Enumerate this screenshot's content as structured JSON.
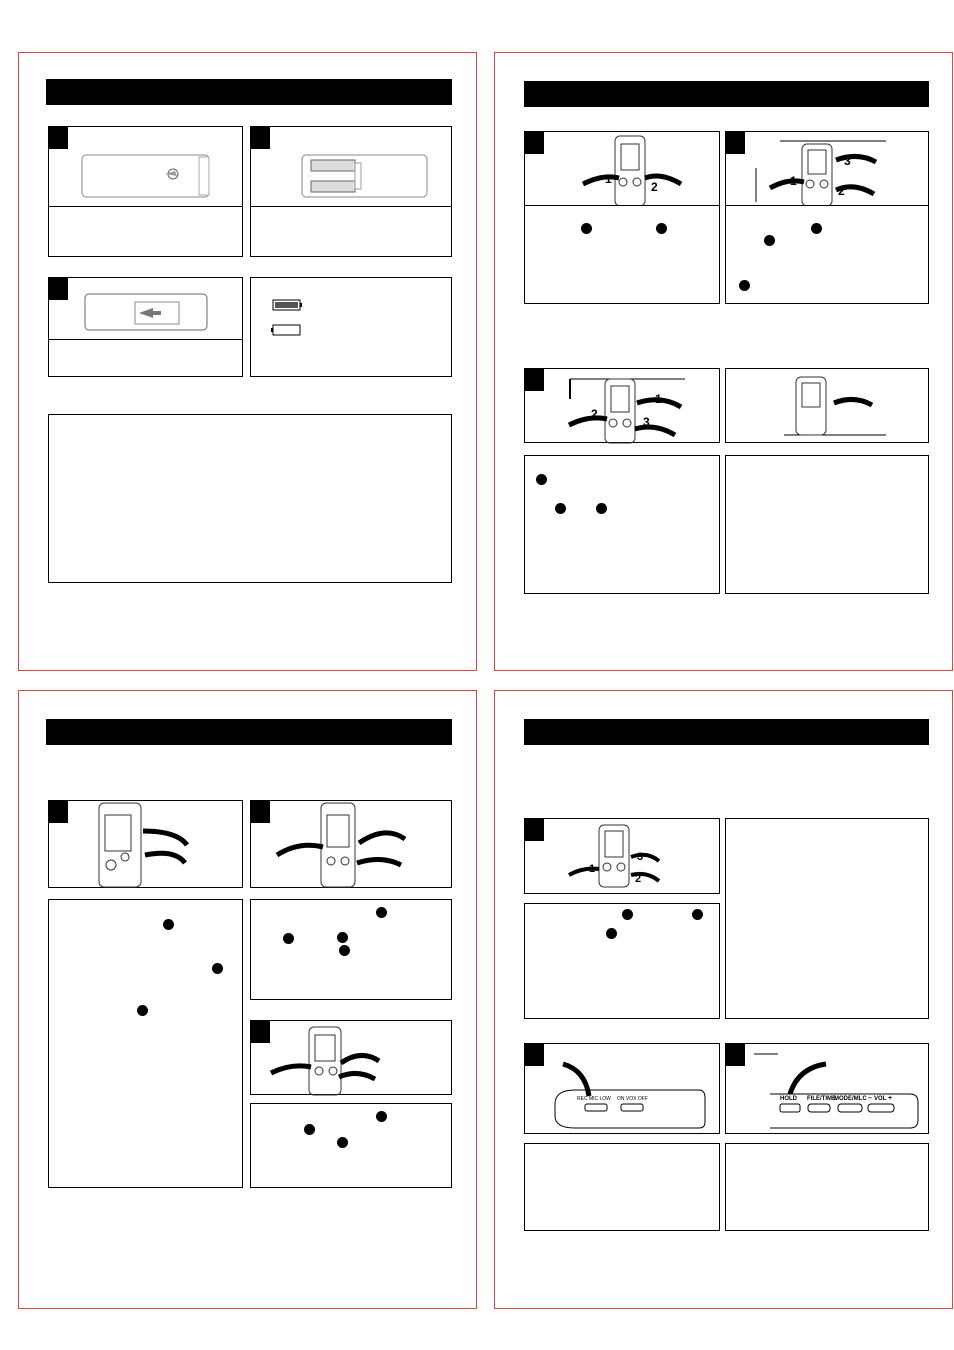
{
  "pages": [
    {
      "id": "batteries",
      "header": ""
    },
    {
      "id": "controls",
      "header": ""
    },
    {
      "id": "recording",
      "header": ""
    },
    {
      "id": "playback",
      "header": ""
    }
  ],
  "figure_numbers": [
    "1",
    "2",
    "3"
  ],
  "key_labels": {
    "hold_switch": "HOLD",
    "file_time": "FILE/TIME",
    "mode_mlc": "MODE/MLC",
    "vol": "VOL",
    "vol_minus": "–",
    "vol_plus": "+",
    "rec_mic": "REC MIC LOW",
    "on_vox_off": "ON VOX OFF"
  }
}
